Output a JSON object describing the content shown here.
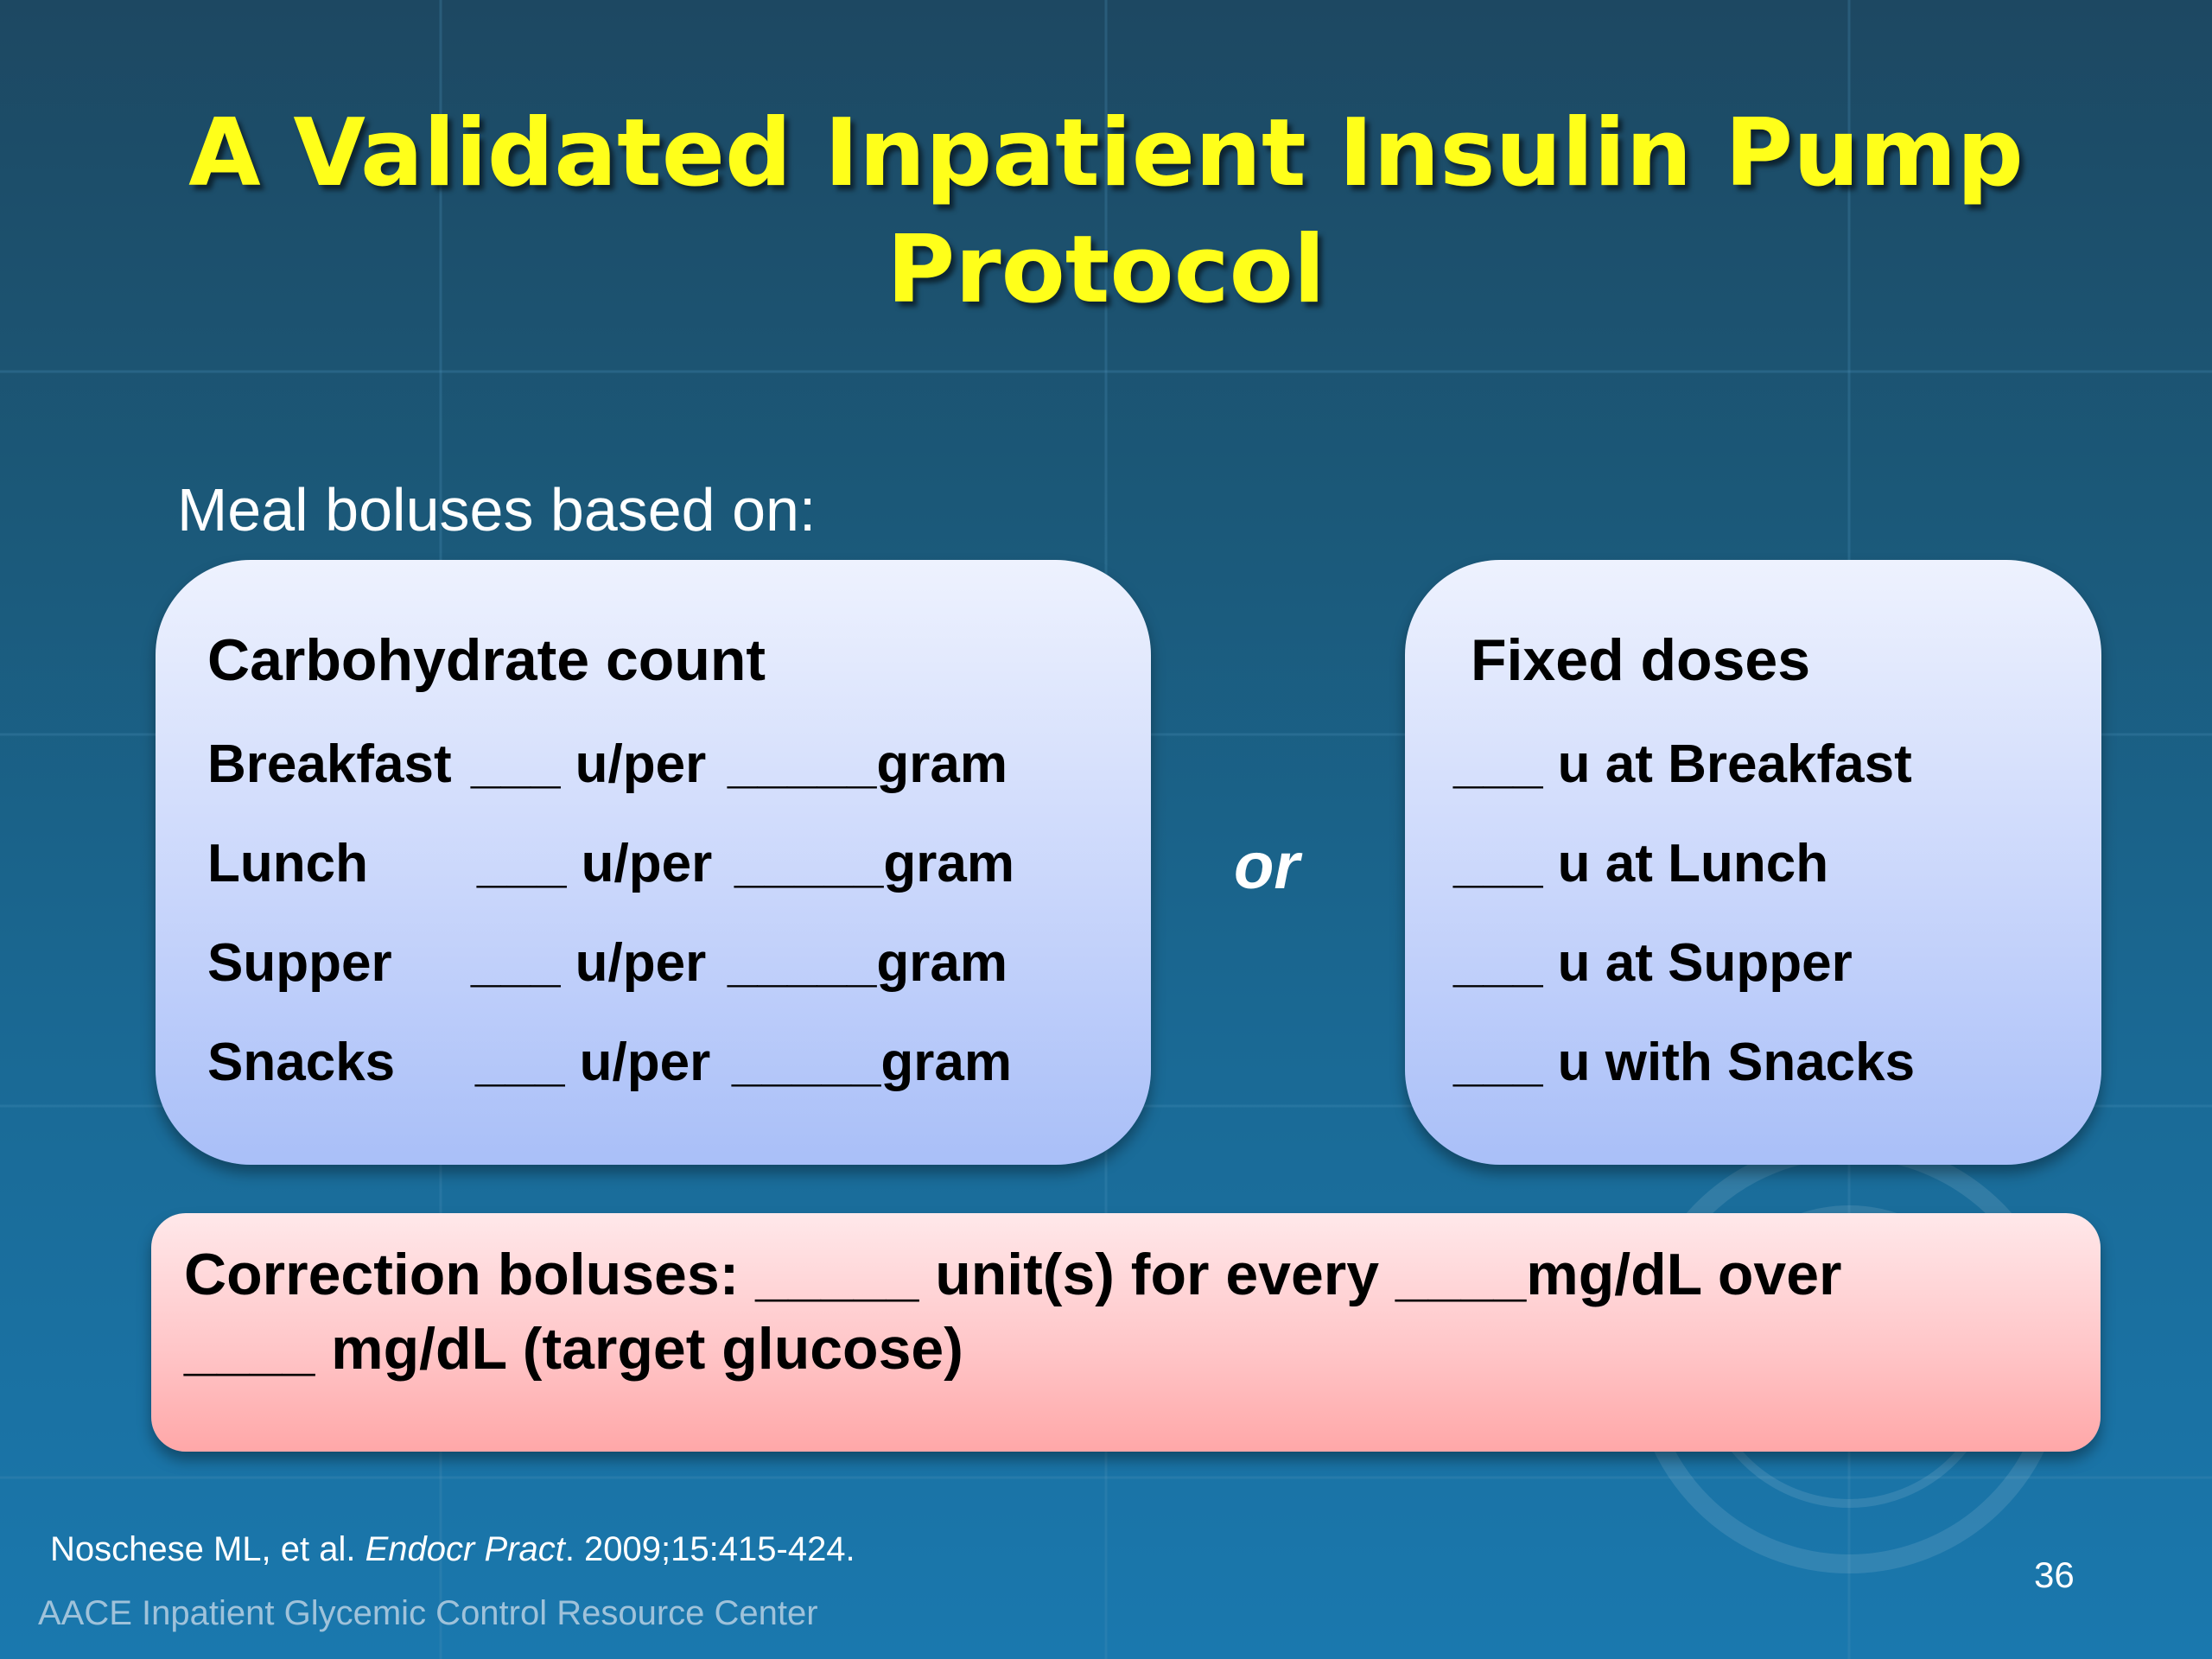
{
  "slide": {
    "title_line1": "A Validated Inpatient Insulin Pump",
    "title_line2": "Protocol",
    "intro": "Meal boluses based on:",
    "carb_box": {
      "heading": "Carbohydrate count",
      "rows": [
        {
          "meal": "Breakfast",
          "units": "___ u/per",
          "grams": "_____gram"
        },
        {
          "meal": "Lunch",
          "units": "___ u/per",
          "grams": "_____gram"
        },
        {
          "meal": "Supper",
          "units": "___ u/per",
          "grams": "_____gram"
        },
        {
          "meal": "Snacks",
          "units": "___ u/per",
          "grams": "_____gram"
        }
      ]
    },
    "or_label": "or",
    "fixed_box": {
      "heading": "Fixed doses",
      "rows": [
        "___ u at Breakfast",
        "___ u at Lunch",
        "___ u at Supper",
        "___ u with Snacks"
      ]
    },
    "correction": {
      "line1": "Correction boluses:  _____ unit(s) for every ____mg/dL over",
      "line2": "____ mg/dL (target glucose)"
    },
    "citation": {
      "authors": "Noschese ML, et al. ",
      "journal": "Endocr Pract",
      "details": ". 2009;15:415-424."
    },
    "footer": "AACE Inpatient Glycemic Control Resource Center",
    "page_number": "36"
  },
  "colors": {
    "title": "#ffff1a",
    "background_top": "#1d4862",
    "background_bottom": "#1a78ae",
    "meal_box": "#c9d6fb",
    "correction_box": "#ffc4c6"
  }
}
